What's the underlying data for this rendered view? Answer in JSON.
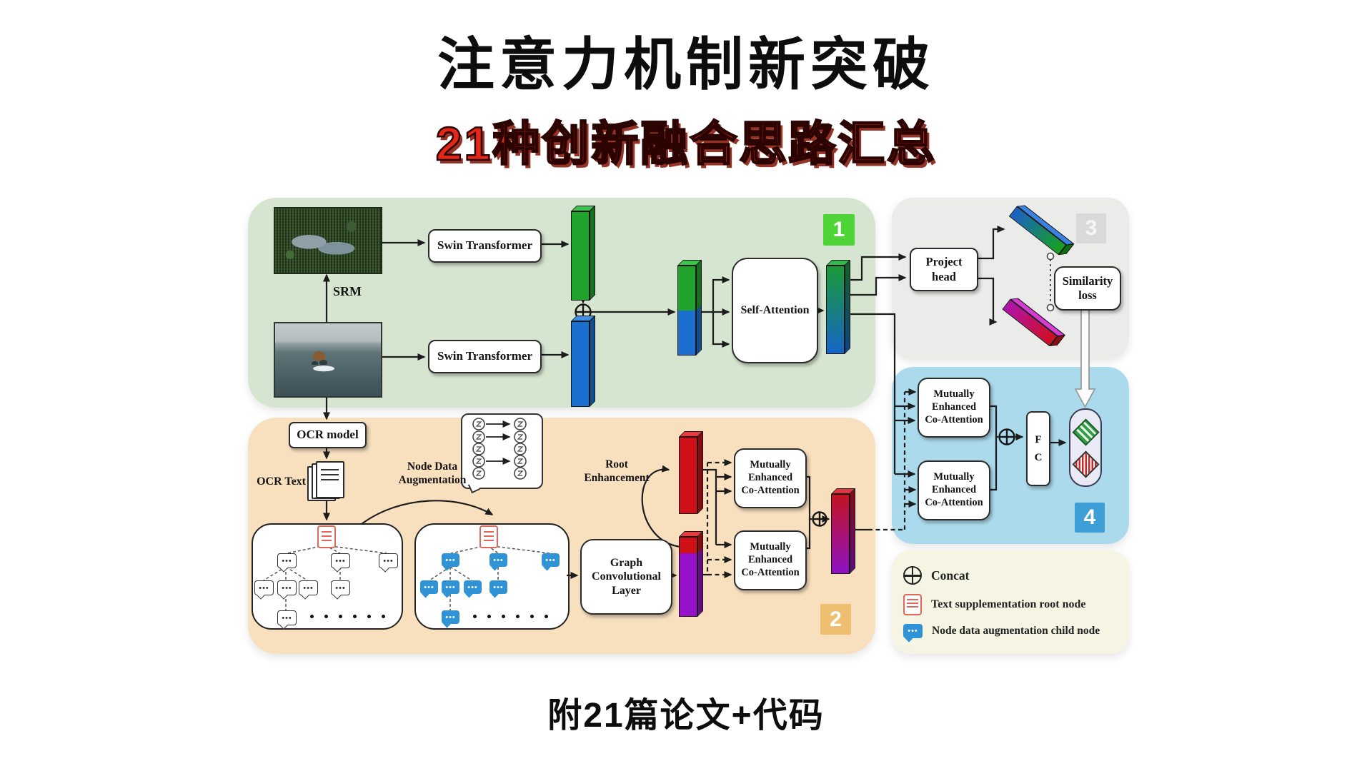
{
  "page": {
    "title": "注意力机制新突破",
    "subtitle": "21种创新融合思路汇总",
    "caption": "附21篇论文+代码"
  },
  "diagram": {
    "badges": {
      "r1": "1",
      "r2": "2",
      "r3": "3",
      "r4": "4"
    },
    "meca_lines": [
      "Mutually",
      "Enhanced",
      "Co-Attention"
    ],
    "region1": {
      "srm": "SRM",
      "swin": "Swin Transformer",
      "self_attention": "Self-Attention"
    },
    "region2": {
      "ocr_model": "OCR model",
      "ocr_text": "OCR Text",
      "node_aug": [
        "Node Data",
        "Augmentation"
      ],
      "root_enh": [
        "Root",
        "Enhancement"
      ],
      "gcl": [
        "Graph",
        "Convolutional",
        "Layer"
      ]
    },
    "region3": {
      "project_head": [
        "Project",
        "head"
      ],
      "similarity": [
        "Similarity",
        "loss"
      ]
    },
    "region4": {
      "fc": [
        "F",
        "C"
      ]
    },
    "legend": {
      "concat": "Concat",
      "root_node": "Text supplementation root node",
      "child_node": "Node data augmentation child node"
    },
    "colors": {
      "region1_bg": "#d6e5d0",
      "region2_bg": "#f8e0bf",
      "region3_bg": "#ebebe9",
      "region4_bg": "#abdaed",
      "legend_bg": "#f6f5e3",
      "badge1": "#4fd438",
      "badge2": "#eebf70",
      "badge3": "#d9d9d9",
      "badge4": "#3d9fd6",
      "accent_red": "#e3281a"
    }
  }
}
